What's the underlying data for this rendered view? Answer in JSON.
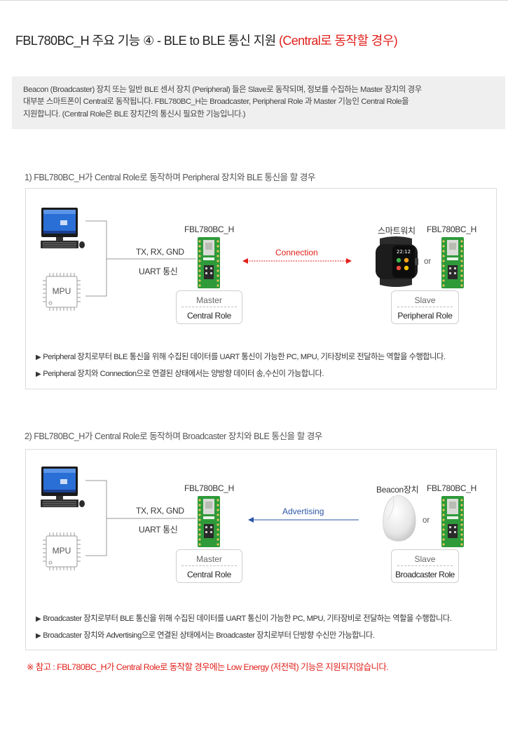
{
  "title": {
    "main": "FBL780BC_H 주요 기능 ④ - BLE to BLE 통신 지원 ",
    "highlight": "(Central로 동작할 경우)"
  },
  "intro": {
    "line1": "Beacon (Broadcaster) 장치 또는 일반 BLE 센서 장치 (Peripheral) 들은 Slave로 동작되며, 정보를 수집하는 Master 장치의 경우",
    "line2": "대부분 스마트폰이 Central로 동작됩니다.  FBL780BC_H는 Broadcaster, Peripheral Role 과 Master 기능인 Central Role을",
    "line3": "지원합니다.  (Central Role은 BLE 장치간의 통신시 필요한 기능입니다.)"
  },
  "section1": {
    "title": "1) FBL780BC_H가 Central Role로 동작하며 Peripheral 장치와 BLE 통신을 할 경우",
    "mpu_label": "MPU",
    "interface_line1": "TX, RX, GND",
    "interface_line2": "UART 통신",
    "module_label": "FBL780BC_H",
    "link_label": "Connection",
    "device_label": "스마트워치",
    "alt_module_label": "FBL780BC_H",
    "or_label": "or",
    "master_top": "Master",
    "master_bottom": "Central Role",
    "slave_top": "Slave",
    "slave_bottom": "Peripheral Role",
    "bullets": [
      "Peripheral 장치로부터 BLE 통신을 위해 수집된 데이터를 UART 통신이 가능한 PC, MPU, 기타장비로 전달하는 역할을 수행합니다.",
      "Peripheral 장치와 Connection으로 연결된 상태에서는 양방향 데이터 송,수신이 가능합니다."
    ],
    "watch_time": "22:12"
  },
  "section2": {
    "title": "2) FBL780BC_H가 Central Role로 동작하며 Broadcaster 장치와 BLE 통신을 할 경우",
    "mpu_label": "MPU",
    "interface_line1": "TX, RX, GND",
    "interface_line2": "UART 통신",
    "module_label": "FBL780BC_H",
    "link_label": "Advertising",
    "device_label": "Beacon장치",
    "alt_module_label": "FBL780BC_H",
    "or_label": "or",
    "master_top": "Master",
    "master_bottom": "Central Role",
    "slave_top": "Slave",
    "slave_bottom": "Broadcaster Role",
    "bullets": [
      "Broadcaster 장치로부터 BLE 통신을 위해 수집된 데이터를 UART 통신이 가능한 PC, MPU, 기타장비로 전달하는 역할을 수행합니다.",
      "Broadcaster 장치와 Advertising으로 연결된 상태에서는 Broadcaster 장치로부터 단방향 수신만 가능합니다."
    ]
  },
  "note": "※ 참고 : FBL780BC_H가 Central Role로 동작할 경우에는 Low Energy (저전력) 기능은 지원되지않습니다.",
  "colors": {
    "accent_red": "#e1201b",
    "advertising_blue": "#2b56a7",
    "pcb_green": "#2e9a3a",
    "intro_bg": "#efefef"
  },
  "icons": [
    "pc-icon",
    "mpu-chip-icon",
    "ble-module-icon",
    "smartwatch-icon",
    "beacon-icon",
    "bullet-triangle-icon"
  ]
}
